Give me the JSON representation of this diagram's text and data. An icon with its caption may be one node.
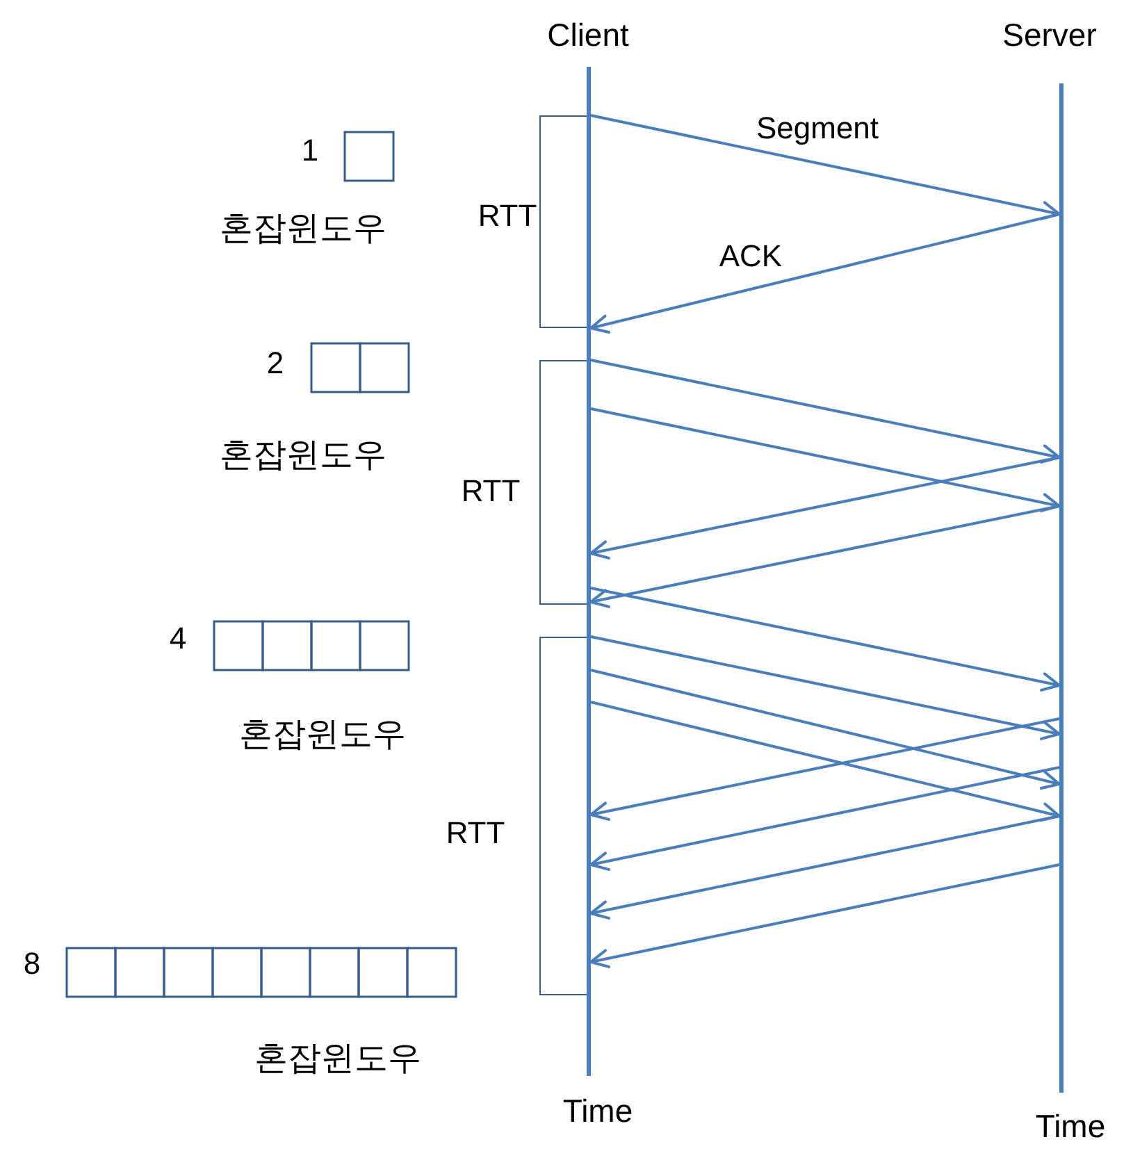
{
  "diagram": {
    "nodes": [
      {
        "text": [
          "Client",
          "Time"
        ]
      },
      {
        "text": [
          "Server",
          "Time"
        ]
      },
      {
        "text": [],
        "shape": "box",
        "beside": [
          "RTT"
        ]
      },
      {
        "text": [],
        "shape": "box",
        "beside": [
          "RTT"
        ]
      },
      {
        "text": [],
        "shape": "box",
        "beside": [
          "RTT"
        ]
      }
    ],
    "edges": [
      {
        "from": 0,
        "to": 1,
        "arrow": "to",
        "label": "Segment"
      },
      {
        "from": 1,
        "to": 0,
        "arrow": "to",
        "label": "ACK"
      },
      {
        "from": 0,
        "to": 1,
        "arrow": "to"
      },
      {
        "from": 0,
        "to": 1,
        "arrow": "to"
      },
      {
        "from": 1,
        "to": 0,
        "arrow": "to"
      },
      {
        "from": 1,
        "to": 0,
        "arrow": "to"
      },
      {
        "from": 0,
        "to": 1,
        "arrow": "to"
      },
      {
        "from": 0,
        "to": 1,
        "arrow": "to"
      },
      {
        "from": 0,
        "to": 1,
        "arrow": "to"
      },
      {
        "from": 0,
        "to": 1,
        "arrow": "to"
      },
      {
        "from": 1,
        "to": 0,
        "arrow": "to"
      },
      {
        "from": 1,
        "to": 0,
        "arrow": "to"
      },
      {
        "from": 1,
        "to": 0,
        "arrow": "to"
      },
      {
        "from": 1,
        "to": 0,
        "arrow": "to"
      }
    ],
    "labels": [
      "1",
      "혼잡윈도우",
      "2",
      "혼잡윈도우",
      "4",
      "혼잡윈도우",
      "8",
      "혼잡윈도우"
    ]
  }
}
